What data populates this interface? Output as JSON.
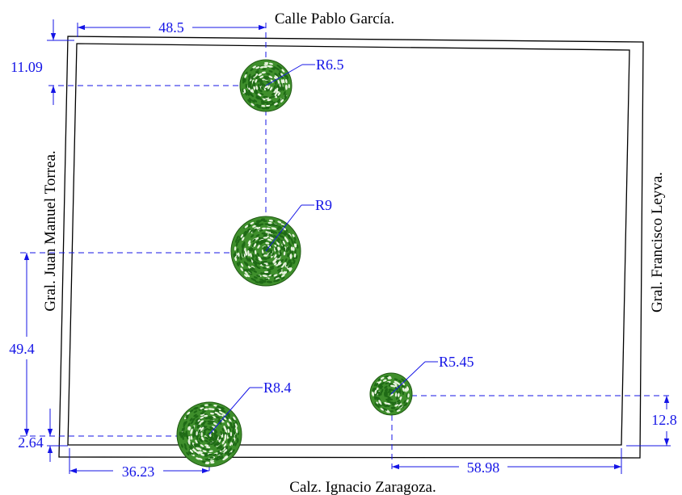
{
  "streets": {
    "top": "Calle Pablo García.",
    "bottom": "Calz. Ignacio Zaragoza.",
    "left": "Gral. Juan Manuel Torrea.",
    "right": "Gral. Francisco Leyva."
  },
  "trees": [
    {
      "radius_label": "R6.5"
    },
    {
      "radius_label": "R9"
    },
    {
      "radius_label": "R8.4"
    },
    {
      "radius_label": "R5.45"
    }
  ],
  "dimensions": {
    "top_offset": "48.5",
    "top_left_vertical": "11.09",
    "left_vertical": "49.4",
    "bottom_left_vertical": "2.64",
    "bottom_left_horizontal": "36.23",
    "bottom_right_horizontal": "58.98",
    "right_vertical": "12.8"
  },
  "colors": {
    "lot_outline": "#000000",
    "dimension": "#1414e6",
    "tree_fill": "#3f8f2c",
    "tree_leaf": "#1f6a16",
    "tree_outline": "#1f5a12"
  }
}
